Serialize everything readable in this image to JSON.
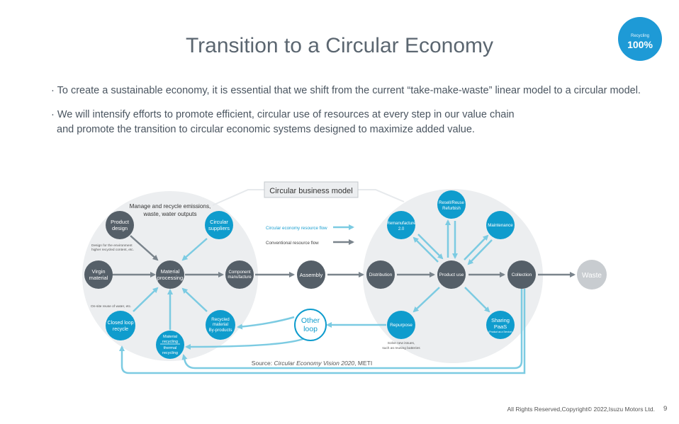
{
  "page": {
    "title": "Transition to a Circular Economy",
    "bullets": [
      "· To create a sustainable economy, it is essential that we shift from the current “take-make-waste” linear model to a circular model.",
      "· We will intensify efforts to promote efficient, circular use of resources at every step in our value chain",
      "and promote the transition to circular economic systems designed to maximize added value."
    ],
    "badge": {
      "small": "Recycling",
      "big": "100%"
    },
    "footer": "All Rights Reserved,Copyright© 2022,Isuzu Motors Ltd.",
    "page_number": "9"
  },
  "colors": {
    "teal": "#0f9ccd",
    "dark": "#555f68",
    "light_blue": "#7ccbe2",
    "gray_arrow": "#7a848c",
    "circle_bg": "#eceef0",
    "waste": "#c8ccd0"
  },
  "diagram": {
    "business_model_label": "Circular business model",
    "legend_circular": "Circular economy resource flow",
    "legend_conventional": "Conventional resource flow",
    "manage_note": [
      "Manage and recycle emissions,",
      "waste, water outputs"
    ],
    "design_note": [
      "Design for the environment",
      "higher recycled content, etc."
    ],
    "onsite_note": "On-site reuse of water, etc.",
    "repurpose_note": [
      "Solve new issues,",
      "such as reusing batteries"
    ],
    "source_prefix": "Source: ",
    "source_italic": "Circular Economy Vision 2020",
    "source_suffix": ", METI",
    "nodes": {
      "product_design": [
        "Product",
        "design"
      ],
      "circular_suppliers": [
        "Circular",
        "suppliers"
      ],
      "virgin_material": [
        "Virgin",
        "material"
      ],
      "material_processing": [
        "Material",
        "processing"
      ],
      "component_manufacture": [
        "Component",
        "manufacture"
      ],
      "assembly": [
        "Assembly"
      ],
      "closed_loop": [
        "Closed loop",
        "recycle"
      ],
      "recycled_material": [
        "Recycled",
        "material",
        "By-products"
      ],
      "material_recycling": [
        "Material",
        "recycling",
        "thermal",
        "recycling"
      ],
      "other_loop": [
        "Other",
        "loop"
      ],
      "distribution": [
        "Distribution"
      ],
      "product_use": [
        "Product use"
      ],
      "collection": [
        "Collection"
      ],
      "waste": [
        "Waste"
      ],
      "remanufacture": [
        "Remanufacture",
        "2.0"
      ],
      "resell": [
        "Resell/Reuse",
        "Refurbish"
      ],
      "maintenance": [
        "Maintenance"
      ],
      "repurpose": [
        "Repurpose"
      ],
      "sharing": [
        "Sharing",
        "PaaS",
        "(Product as a Service)"
      ]
    }
  }
}
